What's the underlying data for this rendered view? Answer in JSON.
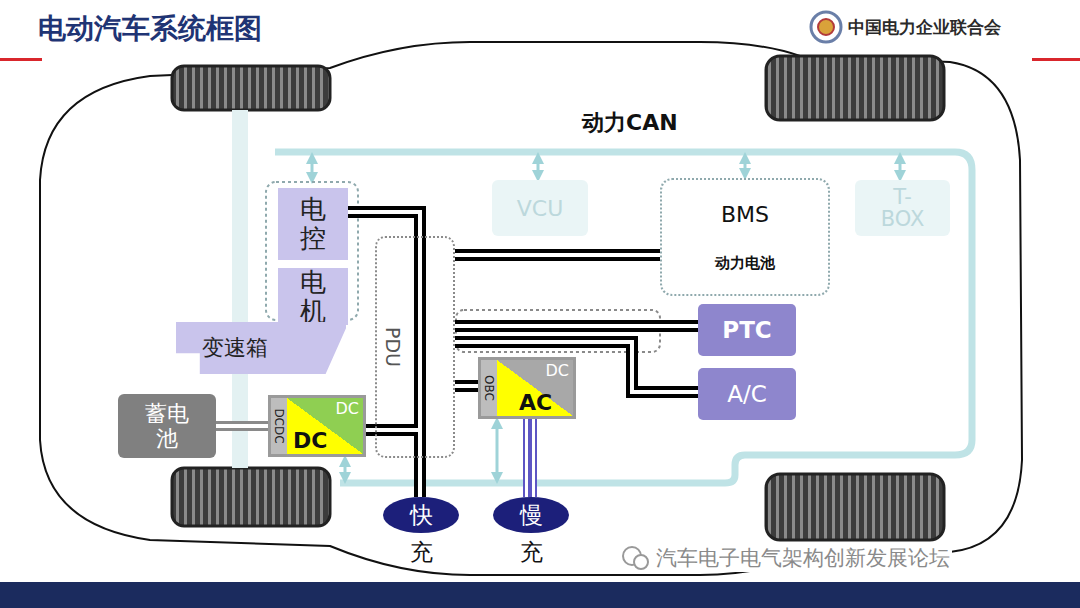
{
  "diagram": {
    "title": "电动汽车系统框图",
    "nodes": [
      {
        "text": [
          "电控"
        ]
      },
      {
        "text": [
          "电机"
        ]
      },
      {
        "text": [
          "VCU"
        ]
      },
      {
        "text": [
          "BMS",
          "动力电池"
        ]
      },
      {
        "text": [
          "T-BOX"
        ]
      },
      {
        "text": [
          "PDU"
        ]
      },
      {
        "text": [
          "PTC"
        ]
      },
      {
        "text": [
          "变速箱"
        ]
      },
      {
        "text": [
          "OBC",
          "DC",
          "AC"
        ]
      },
      {
        "text": [
          "A/C"
        ]
      },
      {
        "text": [
          "蓄电池"
        ]
      },
      {
        "text": [
          "DCDC",
          "DC",
          "DC"
        ]
      },
      {
        "text": [
          "快",
          "充"
        ]
      },
      {
        "text": [
          "慢",
          "充"
        ]
      }
    ],
    "edges": [
      {
        "from": 5,
        "to": 0,
        "arrow": "none"
      },
      {
        "from": 5,
        "to": 3,
        "arrow": "none"
      },
      {
        "from": 5,
        "to": 6,
        "arrow": "none"
      },
      {
        "from": 5,
        "to": 9,
        "arrow": "none"
      },
      {
        "from": 5,
        "to": 11,
        "arrow": "none"
      },
      {
        "from": 5,
        "to": 8,
        "arrow": "none"
      },
      {
        "from": 12,
        "to": 5,
        "arrow": "none"
      },
      {
        "from": 13,
        "to": 8,
        "arrow": "none"
      },
      {
        "from": 10,
        "to": 11,
        "arrow": "none"
      }
    ],
    "labels": [
      "动力CAN",
      "中国电力企业联合会",
      "汽车电子电气架构创新发展论坛"
    ]
  }
}
